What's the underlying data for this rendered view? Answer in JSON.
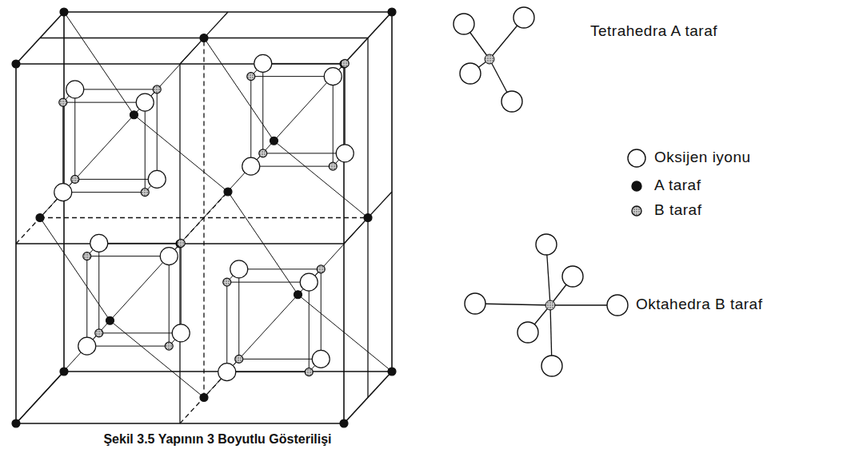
{
  "diagram": {
    "caption": "Şekil 3.5 Yapının 3 Boyutlu Gösterilişi",
    "labels": [
      "Tetrahedra A taraf",
      "Oktahedra B taraf"
    ],
    "legend": [
      {
        "text": "Oksijen iyonu"
      },
      {
        "text": "A taraf"
      },
      {
        "text": "B taraf"
      }
    ]
  }
}
